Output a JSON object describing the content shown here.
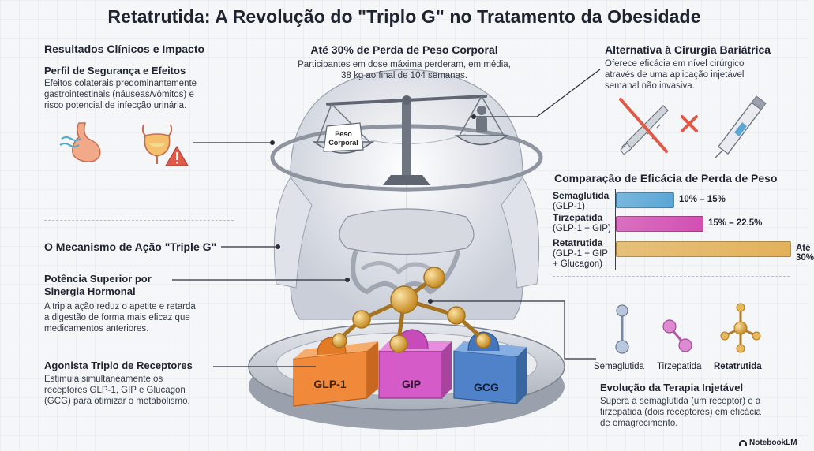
{
  "title": "Retatrutida: A Revolução do \"Triplo G\" no Tratamento da Obesidade",
  "left": {
    "section1_title": "Resultados Clínicos e Impacto",
    "safety_title": "Perfil de Segurança e Efeitos",
    "safety_text": [
      "Efeitos colaterais predominantemente",
      "gastrointestinais (náuseas/vômitos) e",
      "risco potencial de infecção urinária."
    ],
    "section2_title": "O Mecanismo de Ação \"Triple G\"",
    "potency_title": [
      "Potência Superior por",
      "Sinergia Hormonal"
    ],
    "potency_text": [
      "A tripla ação reduz o apetite e retarda",
      "a digestão de forma mais eficaz que",
      "medicamentos anteriores."
    ],
    "agonist_title": "Agonista Triplo de Receptores",
    "agonist_text": [
      "Estimula simultaneamente os",
      "receptores GLP-1, GIP e Glucagon",
      "(GCG) para otimizar o metabolismo."
    ]
  },
  "center": {
    "weight_title": "Até 30% de Perda de Peso Corporal",
    "weight_text": [
      "Participantes em dose máxima perderam, em média,",
      "38 kg ao final de 104 semanas."
    ],
    "scale_label": [
      "Peso",
      "Corporal"
    ],
    "receptors": [
      "GLP-1",
      "GIP",
      "GCG"
    ]
  },
  "right": {
    "surgery_title": "Alternativa à Cirurgia Bariátrica",
    "surgery_text": [
      "Oferece eficácia em nível cirúrgico",
      "através de uma aplicação injetável",
      "semanal não invasiva."
    ],
    "compare_title": "Comparação de Eficácia de Perda de Peso",
    "evolution_title": "Evolução da Terapia Injetável",
    "evolution_text": [
      "Supera a semaglutida (um receptor) e a",
      "tirzepatida (dois receptores) em eficácia",
      "de emagrecimento."
    ],
    "molecules": [
      "Semaglutida",
      "Tirzepatida",
      "Retatrutida"
    ]
  },
  "chart_data": {
    "type": "bar",
    "title": "Comparação de Eficácia de Perda de Peso",
    "categories": [
      {
        "name": "Semaglutida",
        "detail": [
          "(GLP-1)"
        ]
      },
      {
        "name": "Tirzepatida",
        "detail": [
          "(GLP-1 + GIP)"
        ]
      },
      {
        "name": "Retatrutida",
        "detail": [
          "(GLP-1 + GIP",
          "+ Glucagon)"
        ]
      }
    ],
    "ranges": [
      [
        10,
        15
      ],
      [
        15,
        22.5
      ],
      [
        null,
        30
      ]
    ],
    "value_labels": [
      "10% – 15%",
      "15% – 22,5%",
      "Até 30%"
    ],
    "colors": [
      "#5aa6d6",
      "#d24fb2",
      "#e2b25a"
    ],
    "xlim": [
      0,
      30
    ]
  },
  "brand": "NotebookLM",
  "colors": {
    "glp1": "#f08a3a",
    "gip": "#d45bc8",
    "gcg": "#4f82c8",
    "molecule": "#d9a53a",
    "alert": "#e05a4a"
  }
}
